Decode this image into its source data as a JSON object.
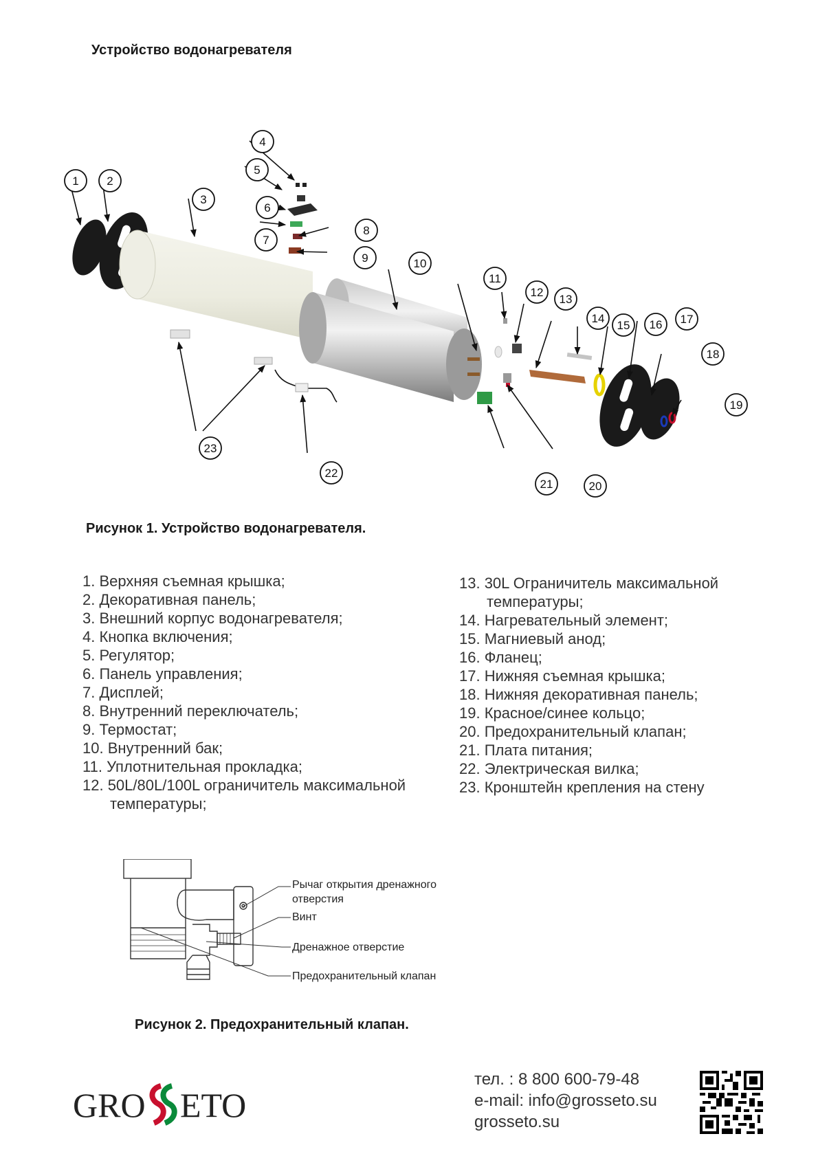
{
  "heading": "Устройство водонагревателя",
  "figure1": {
    "caption": "Рисунок 1. Устройство водонагревателя.",
    "callouts": [
      "1",
      "2",
      "3",
      "4",
      "5",
      "6",
      "7",
      "8",
      "9",
      "10",
      "11",
      "12",
      "13",
      "14",
      "15",
      "16",
      "17",
      "18",
      "19",
      "20",
      "21",
      "22",
      "23"
    ]
  },
  "parts_left": [
    "1. Верхняя съемная крышка;",
    "2. Декоративная панель;",
    "3. Внешний корпус водонагревателя;",
    "4. Кнопка включения;",
    "5. Регулятор;",
    "6. Панель управления;",
    "7. Дисплей;",
    "8. Внутренний переключатель;",
    "9. Термостат;",
    "10. Внутренний бак;",
    "11. Уплотнительная прокладка;",
    "12. 50L/80L/100L ограничитель максимальной температуры;"
  ],
  "parts_right": [
    "13. 30L Ограничитель максимальной температуры;",
    "14. Нагревательный элемент;",
    "15. Магниевый анод;",
    "16. Фланец;",
    "17. Нижняя съемная крышка;",
    "18. Нижняя декоративная панель;",
    "19. Красное/синее кольцо;",
    "20. Предохранительный клапан;",
    "21. Плата питания;",
    "22. Электрическая вилка;",
    "23. Кронштейн крепления на стену"
  ],
  "figure2": {
    "labels": {
      "lever_line1": "Рычаг открытия дренажного",
      "lever_line2": "отверстия",
      "screw": "Винт",
      "drain": "Дренажное отверстие",
      "valve": "Предохранительный клапан"
    },
    "caption": "Рисунок 2. Предохранительный клапан."
  },
  "brand": {
    "logo_text_left": "GRO",
    "logo_text_right": "ETO",
    "logo_colors": [
      "#c8102e",
      "#0a8a3a"
    ]
  },
  "contacts": {
    "phone": "тел. : 8 800 600-79-48",
    "email": "e-mail: info@grosseto.su",
    "site": "grosseto.su"
  }
}
